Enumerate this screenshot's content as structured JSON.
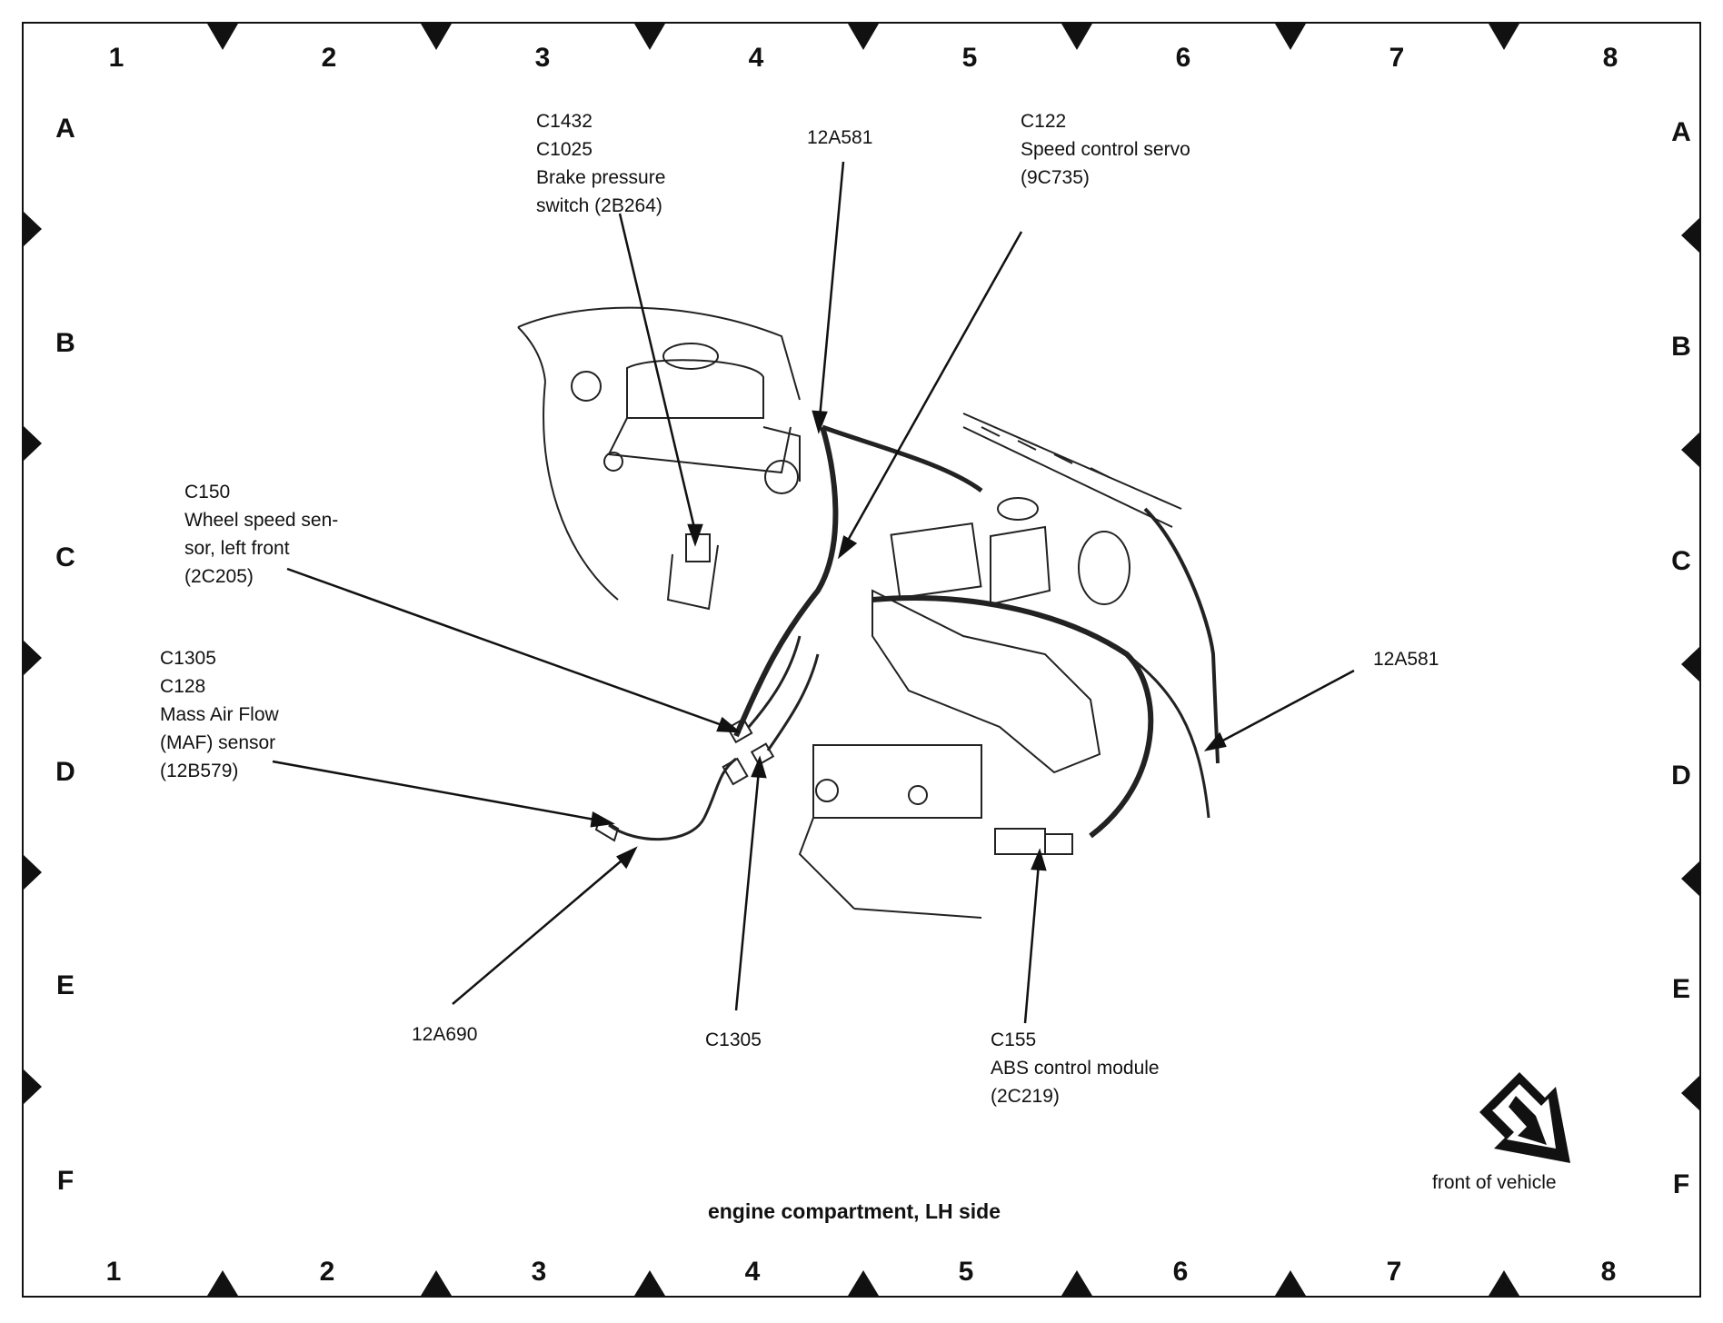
{
  "grid": {
    "columns": [
      "1",
      "2",
      "3",
      "4",
      "5",
      "6",
      "7",
      "8"
    ],
    "rows": [
      "A",
      "B",
      "C",
      "D",
      "E",
      "F"
    ]
  },
  "callouts": {
    "brake_switch": [
      "C1432",
      "C1025",
      "Brake pressure",
      "switch (2B264)"
    ],
    "harness_top": [
      "12A581"
    ],
    "speed_servo": [
      "C122",
      "Speed control servo",
      "(9C735)"
    ],
    "wheel_sensor": [
      "C150",
      "Wheel speed sen-",
      "sor, left front",
      "(2C205)"
    ],
    "maf_sensor": [
      "C1305",
      "C128",
      "Mass Air Flow",
      "(MAF) sensor",
      "(12B579)"
    ],
    "harness_right": [
      "12A581"
    ],
    "harness_bottom": [
      "12A690"
    ],
    "c1305_bottom": [
      "C1305"
    ],
    "abs_module": [
      "C155",
      "ABS control module",
      "(2C219)"
    ],
    "front_vehicle": [
      "front of vehicle"
    ]
  },
  "title": "engine compartment, LH side",
  "icons": {
    "direction": "front-arrow-icon"
  }
}
